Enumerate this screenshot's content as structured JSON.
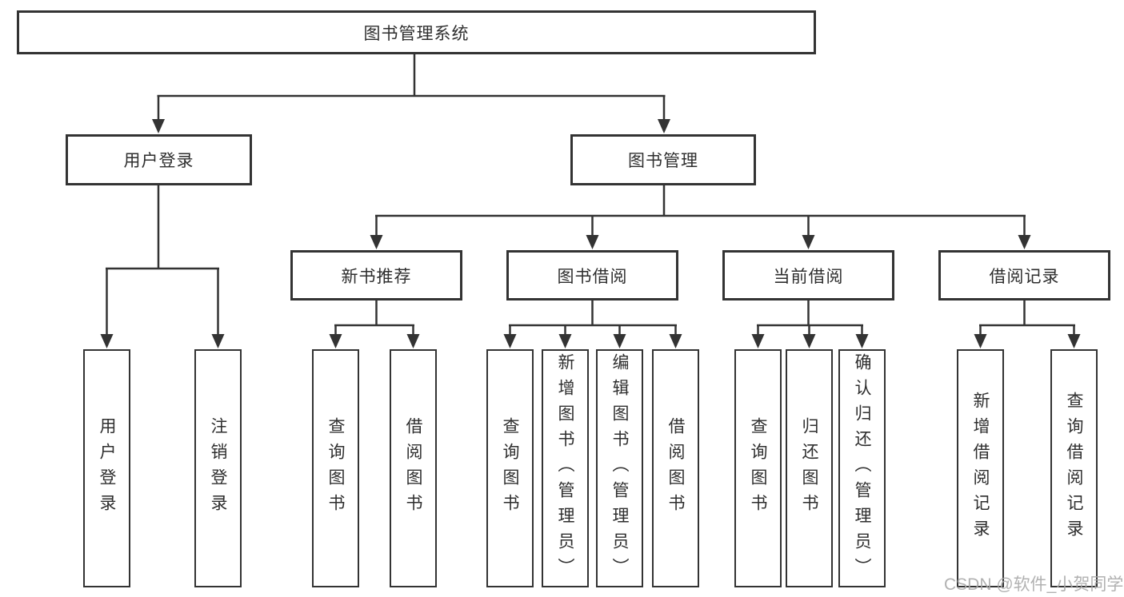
{
  "colors": {
    "line": "#333333",
    "box_border": "#333333",
    "text": "#2e2e2e",
    "background": "#ffffff",
    "watermark": "#a9a9a9"
  },
  "watermark": {
    "text": "CSDN @软件_小贺同学"
  },
  "diagram": {
    "root": {
      "label": "图书管理系统"
    },
    "branches": [
      {
        "label": "用户登录",
        "children": [
          {
            "label": "用户登录"
          },
          {
            "label": "注销登录"
          }
        ]
      },
      {
        "label": "图书管理",
        "children": [
          {
            "label": "新书推荐",
            "children": [
              {
                "label": "查询图书"
              },
              {
                "label": "借阅图书"
              }
            ]
          },
          {
            "label": "图书借阅",
            "children": [
              {
                "label": "查询图书"
              },
              {
                "label": "新增图书（管理员）"
              },
              {
                "label": "编辑图书（管理员）"
              },
              {
                "label": "借阅图书"
              }
            ]
          },
          {
            "label": "当前借阅",
            "children": [
              {
                "label": "查询图书"
              },
              {
                "label": "归还图书"
              },
              {
                "label": "确认归还（管理员）"
              }
            ]
          },
          {
            "label": "借阅记录",
            "children": [
              {
                "label": "新增借阅记录"
              },
              {
                "label": "查询借阅记录"
              }
            ]
          }
        ]
      }
    ]
  }
}
